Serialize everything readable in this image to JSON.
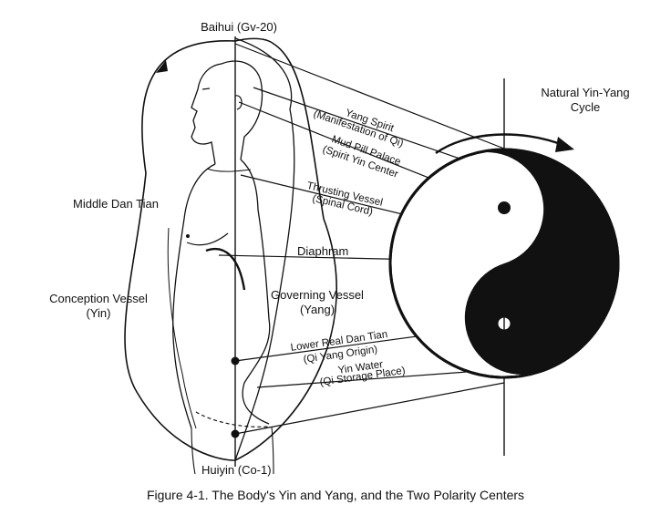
{
  "labels": {
    "baihui": "Baihui (Gv-20)",
    "natural_cycle_line1": "Natural Yin-Yang",
    "natural_cycle_line2": "Cycle",
    "middle_dan_tian": "Middle Dan Tian",
    "conception_vessel_line1": "Conception Vessel",
    "conception_vessel_line2": "(Yin)",
    "governing_vessel_line1": "Governing Vessel",
    "governing_vessel_line2": "(Yang)",
    "diaphram": "Diaphram",
    "huiyin": "Huiyin (Co-1)",
    "yang_spirit": "Yang Spirit",
    "manifestation_of_qi": "(Manifestation of Qi)",
    "mud_pill_palace": "Mud Pill Palace",
    "spirit_yin_center": "(Spirit Yin Center",
    "thrusting_vessel": "Thrusting Vessel",
    "spinal_cord": "(Spinal Cord)",
    "lower_real_dan_tian": "Lower Real Dan Tian",
    "qi_yang_origin": "(Qi Yang Origin)",
    "yin_water": "Yin Water",
    "qi_storage_place": "(Qi Storage Place)"
  },
  "caption": "Figure 4-1. The Body's Yin and Yang, and the Two Polarity Centers",
  "colors": {
    "ink": "#111111",
    "paper": "#ffffff"
  }
}
